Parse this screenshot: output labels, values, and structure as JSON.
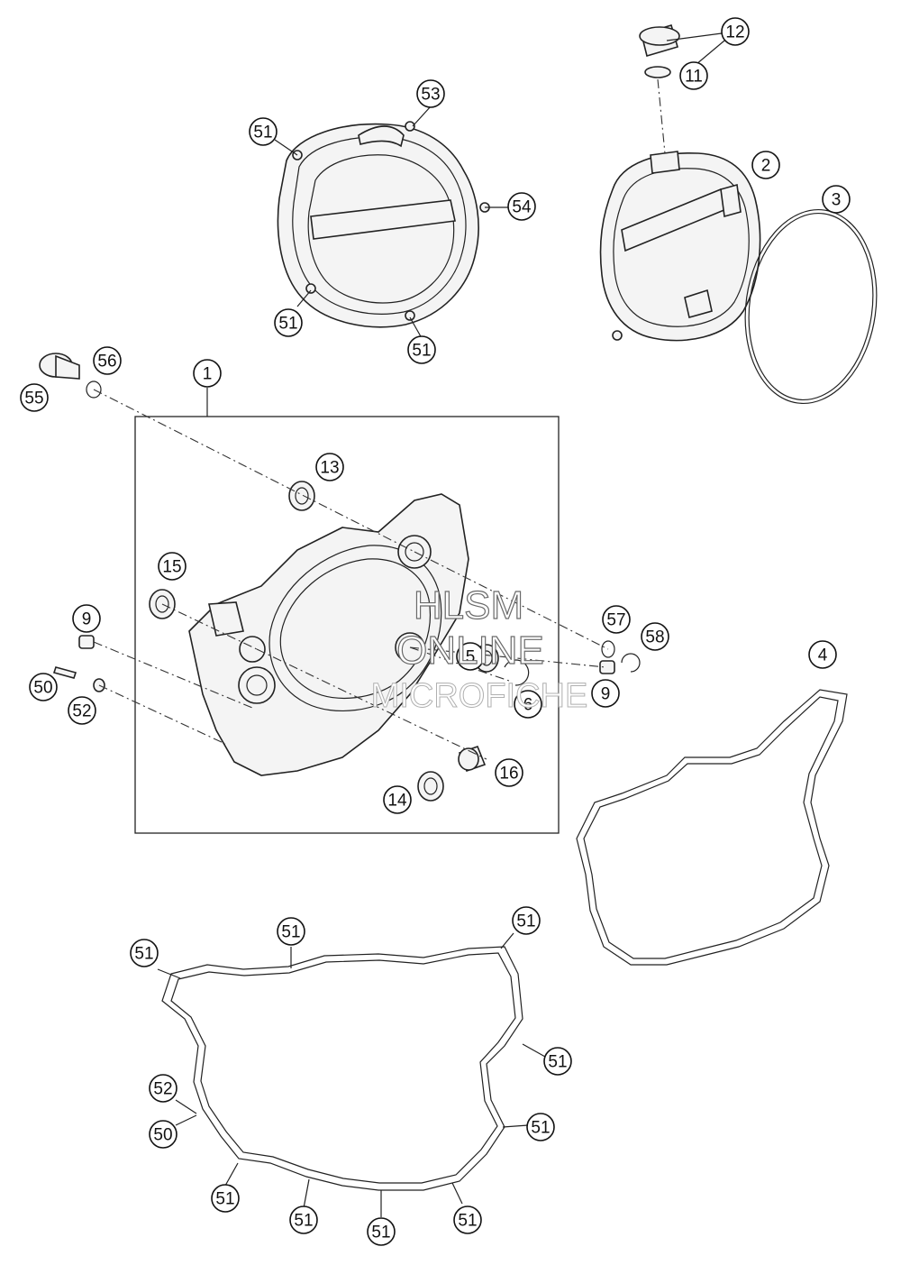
{
  "labels": {
    "l1": "1",
    "l2": "2",
    "l3": "3",
    "l4": "4",
    "l5": "5",
    "l6": "6",
    "l9a": "9",
    "l9b": "9",
    "l11": "11",
    "l12": "12",
    "l13": "13",
    "l14": "14",
    "l15": "15",
    "l16": "16",
    "l50a": "50",
    "l50b": "50",
    "l52a": "52",
    "l52b": "52",
    "l51a": "51",
    "l51b": "51",
    "l51c": "51",
    "l51d": "51",
    "l51e": "51",
    "l51f": "51",
    "l51g": "51",
    "l51h": "51",
    "l51i": "51",
    "l51j": "51",
    "l51k": "51",
    "l51l": "51",
    "l53": "53",
    "l54": "54",
    "l55": "55",
    "l56": "56",
    "l57": "57",
    "l58": "58"
  },
  "watermark": {
    "line1": "HLSM",
    "line2": "ONLINE",
    "line3": "MICROFICHE"
  }
}
